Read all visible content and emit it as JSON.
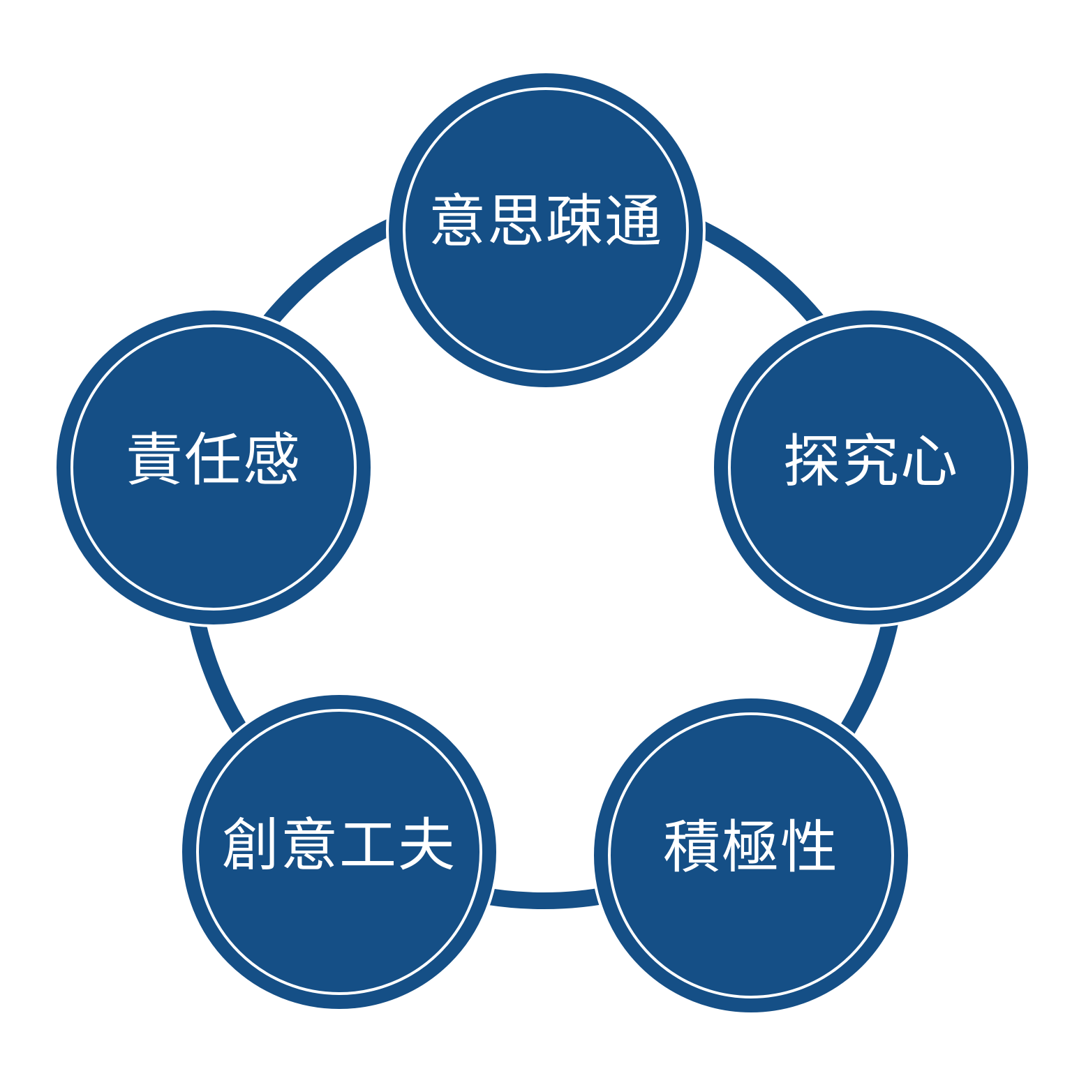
{
  "colors": {
    "primary": "#154F86",
    "ring_line": "#ffffff",
    "background": "#ffffff"
  },
  "nodes": [
    {
      "id": "communication",
      "label": "意思疎通"
    },
    {
      "id": "curiosity",
      "label": "探究心"
    },
    {
      "id": "proactiveness",
      "label": "積極性"
    },
    {
      "id": "creativity",
      "label": "創意工夫"
    },
    {
      "id": "responsibility",
      "label": "責任感"
    }
  ]
}
